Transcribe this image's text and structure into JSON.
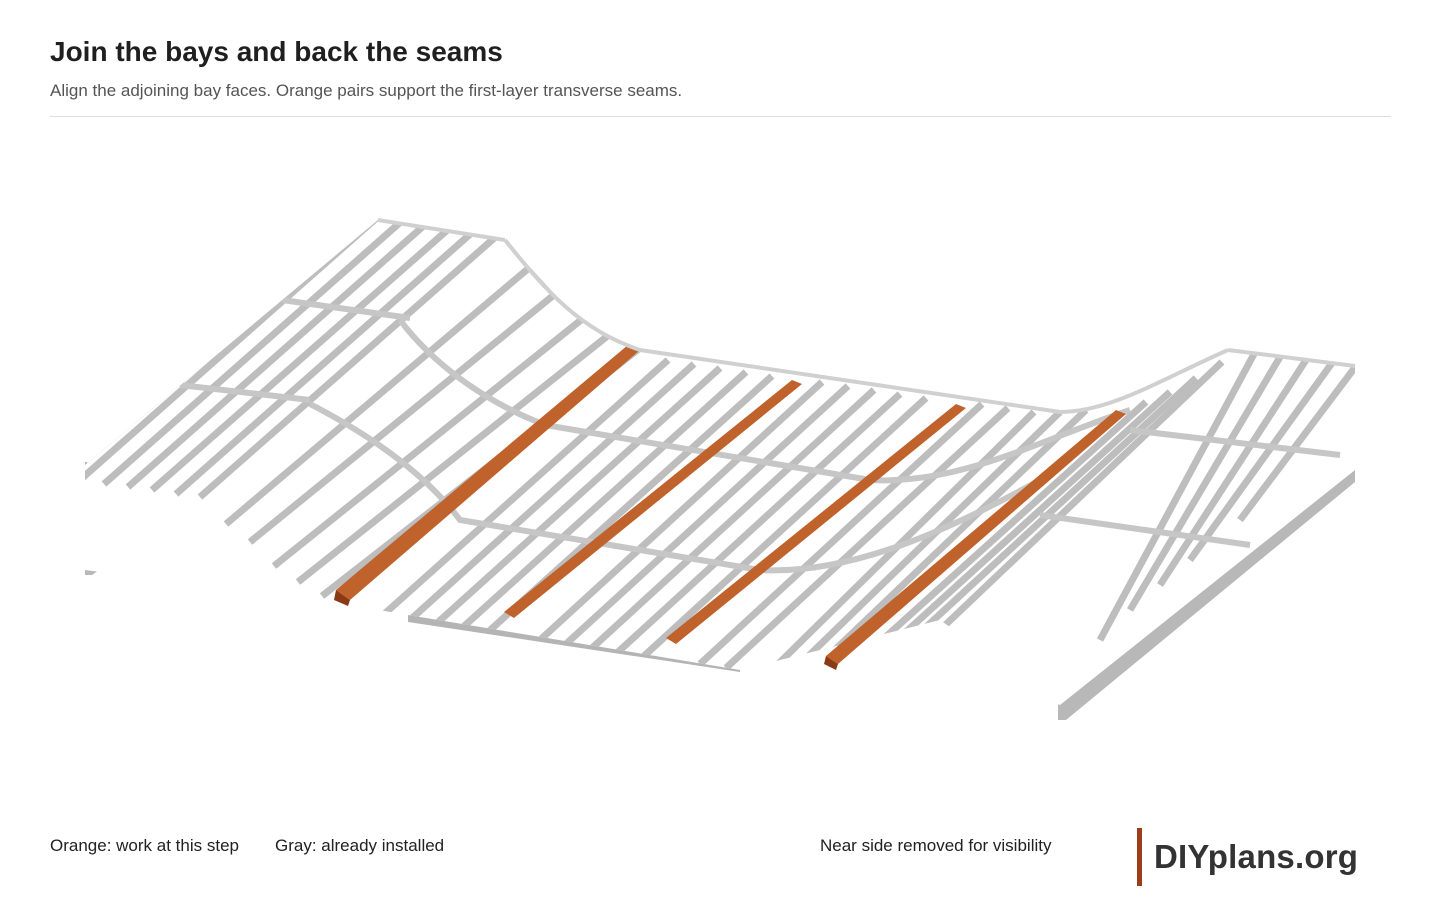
{
  "header": {
    "title": "Join the bays and back the seams",
    "subtitle": "Align the adjoining bay faces. Orange pairs support the first-layer transverse seams."
  },
  "legend": {
    "orange": "Orange: work at this step",
    "gray": "Gray: already installed"
  },
  "note": "Near side removed for visibility",
  "brand": "DIYplans.org",
  "colors": {
    "installed": "#b3b3b3",
    "installed_side": "#9a9a9a",
    "highlight": "#c0622c",
    "highlight_dark": "#8a3a14",
    "brand_accent": "#9c3d1a"
  }
}
